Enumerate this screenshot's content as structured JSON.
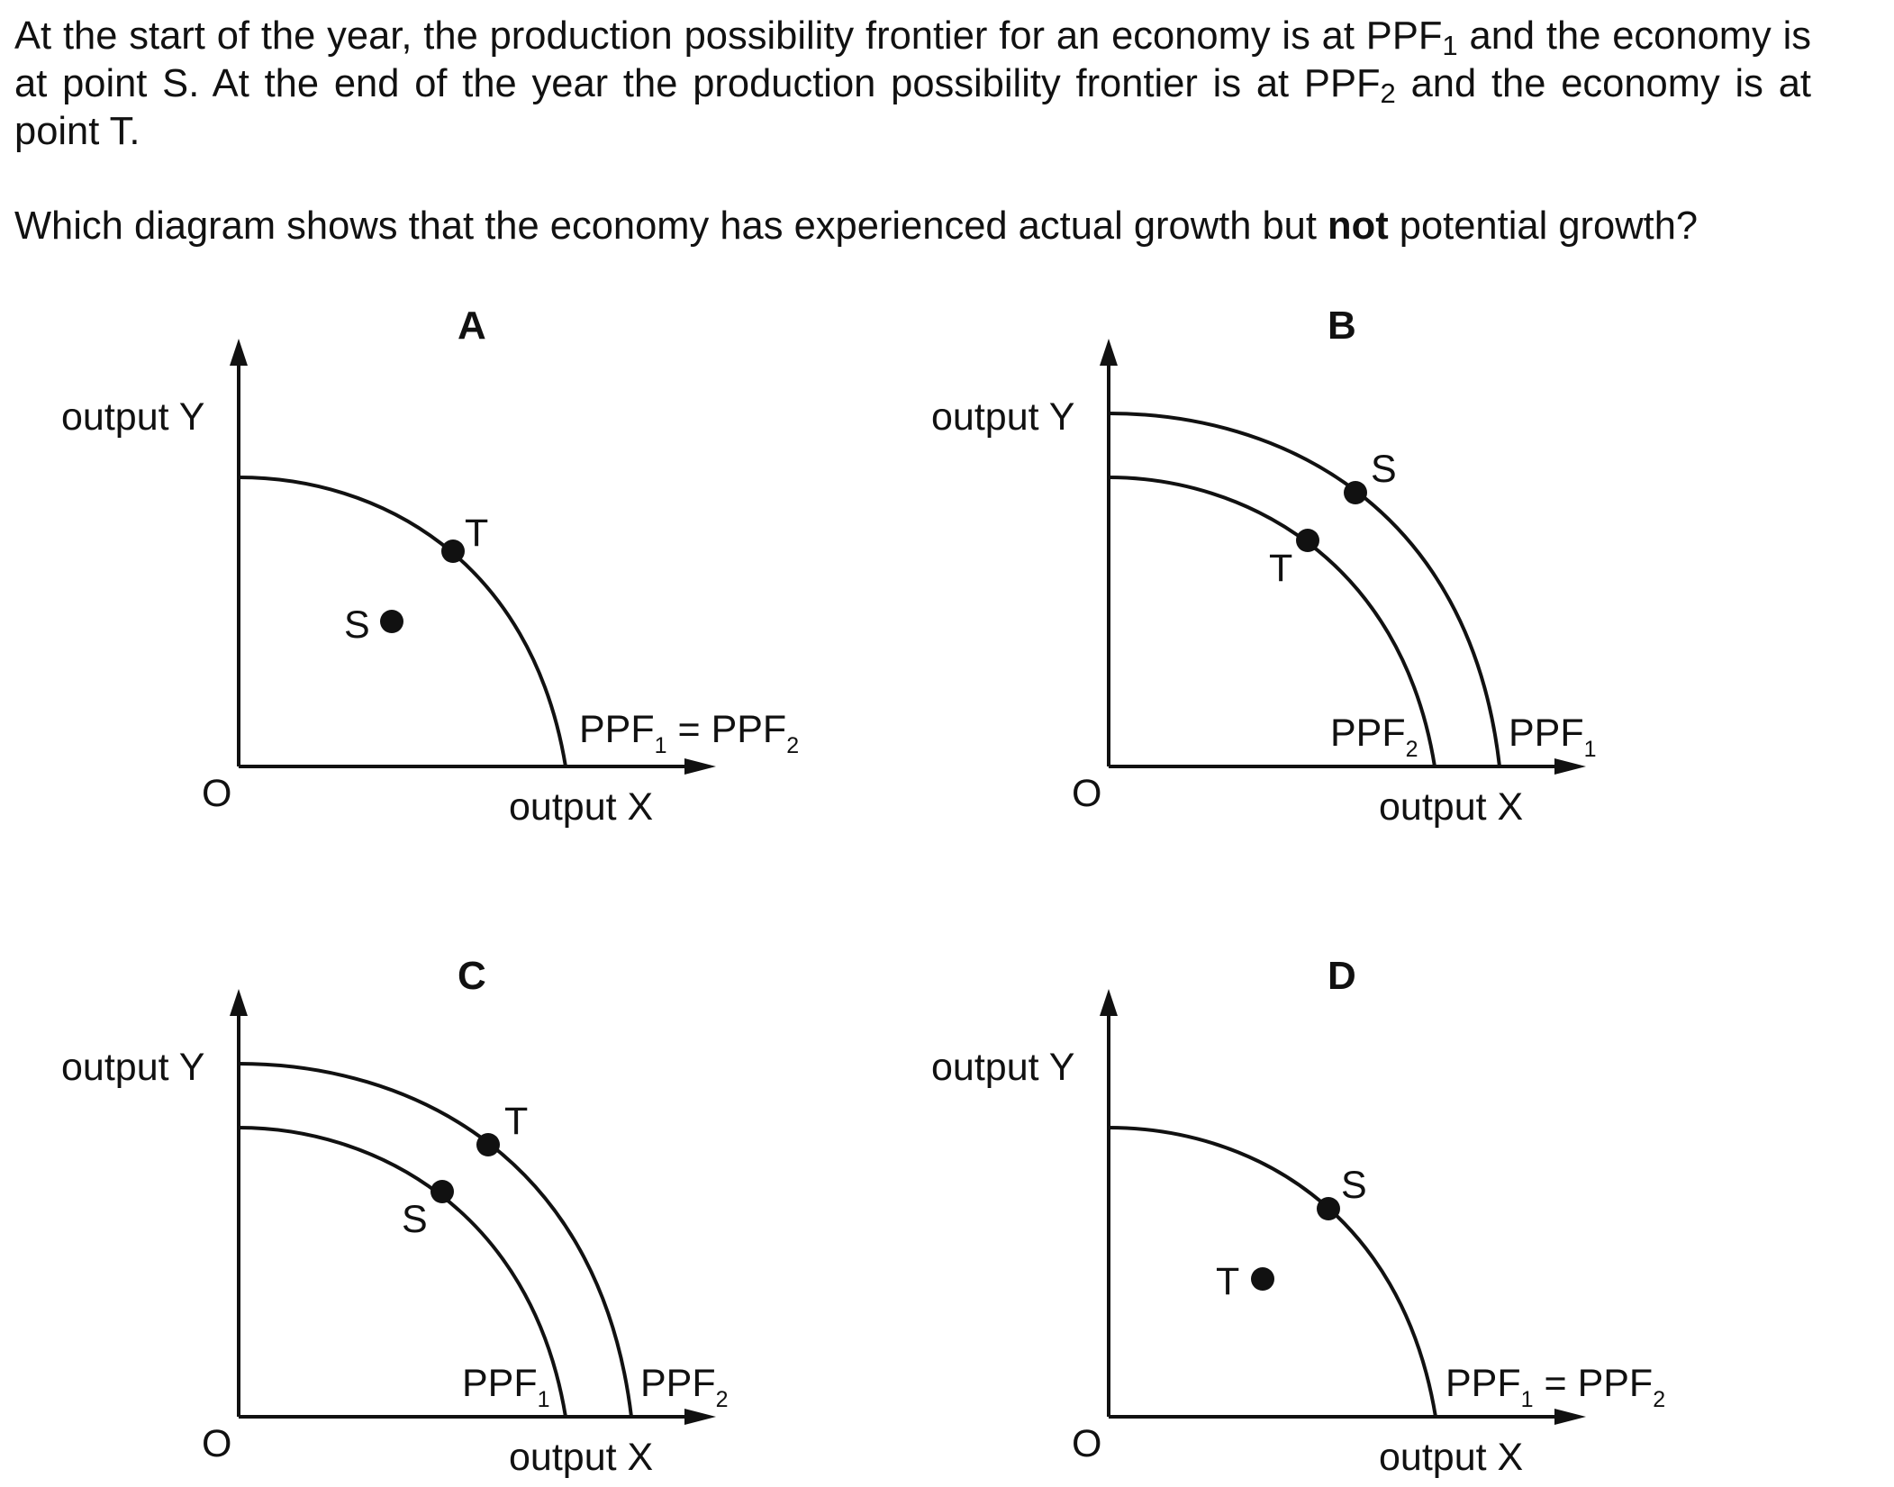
{
  "question": {
    "intro_a": "At the start of the year, the production possibility frontier for an economy is at PPF",
    "intro_sub1": "1",
    "intro_b": " and the economy is at point S. At the end of the year the production possibility frontier is at PPF",
    "intro_sub2": "2",
    "intro_c": " and the economy is at point T.",
    "prompt_a": "Which diagram shows that the economy has experienced actual growth but ",
    "prompt_bold": "not",
    "prompt_b": " potential growth?"
  },
  "labels": {
    "y_axis": "output Y",
    "x_axis": "output X",
    "origin": "O",
    "ppf": "PPF",
    "sub1": "1",
    "sub2": "2",
    "equals": " = ",
    "point_s": "S",
    "point_t": "T"
  },
  "options": [
    {
      "letter": "A"
    },
    {
      "letter": "B"
    },
    {
      "letter": "C"
    },
    {
      "letter": "D"
    }
  ]
}
